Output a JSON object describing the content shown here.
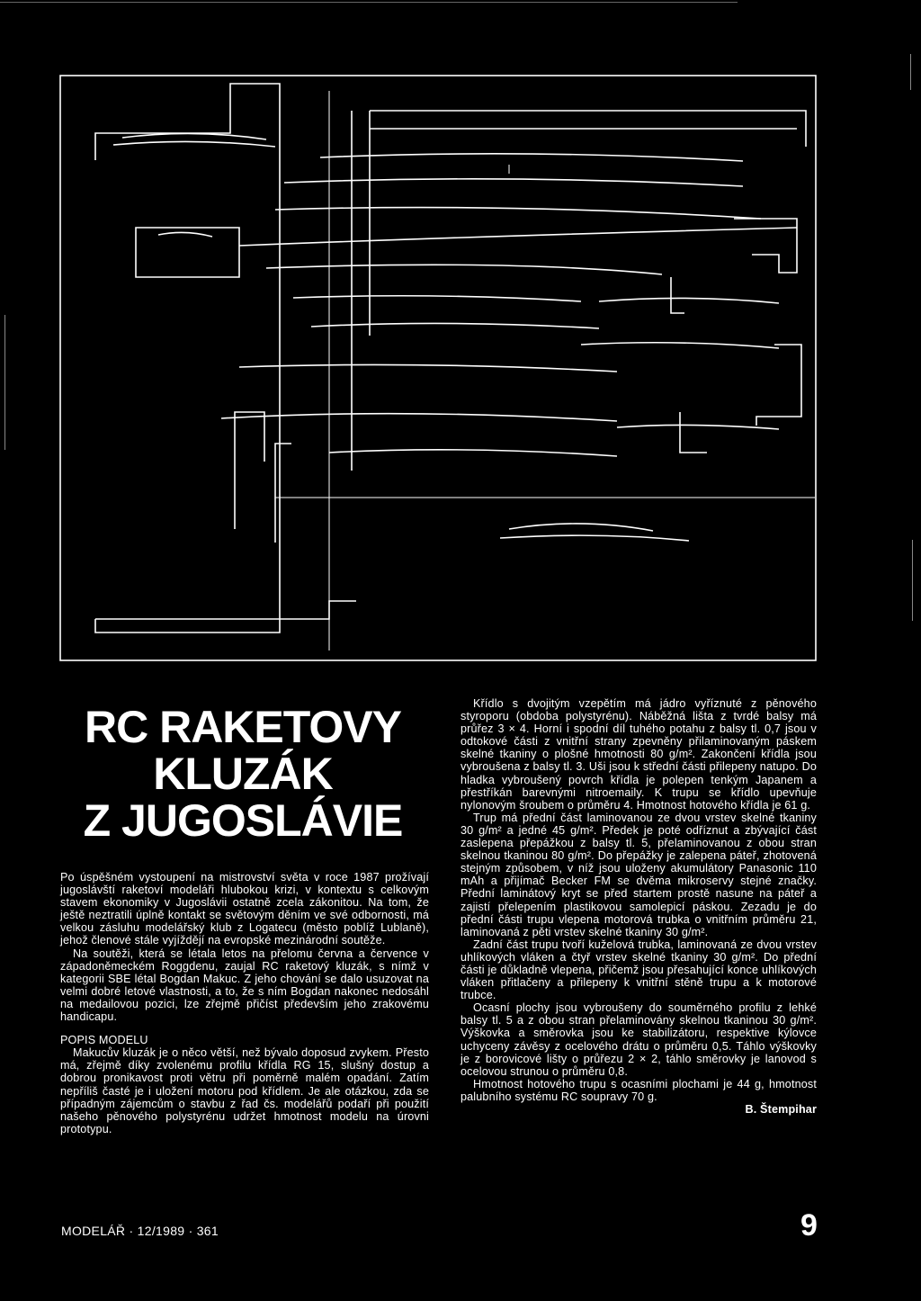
{
  "title": {
    "line1": "RC RAKETOVY",
    "line2": "KLUZÁK",
    "line3": "Z JUGOSLÁVIE"
  },
  "left_column": {
    "p1": "Po úspěšném vystoupení na mistrovství světa v roce 1987 prožívají jugoslávští raketoví modeláři hlubokou krizi, v kontextu s celkovým stavem ekonomiky v Jugoslávii ostatně zcela zákonitou. Na tom, že ještě neztratili úplně kontakt se světovým děním ve své odbornosti, má velkou zásluhu modelářský klub z Logatecu (město poblíž Lublaně), jehož členové stále vyjíždějí na evropské mezinárodní soutěže.",
    "p2": "Na soutěži, která se létala letos na přelomu června a července v západoněmeckém Roggdenu, zaujal RC raketový kluzák, s nímž v kategorii SBE létal Bogdan Makuc. Z jeho chování se dalo usuzovat na velmi dobré letové vlastnosti, a to, že s ním Bogdan nakonec nedosáhl na medailovou pozici, lze zřejmě přičíst především jeho zrakovému handicapu.",
    "heading": "POPIS MODELU",
    "p3": "Makucův kluzák je o něco větší, než bývalo doposud zvykem. Přesto má, zřejmě díky zvolenému profilu křídla RG 15, slušný dostup a dobrou pronikavost proti větru při poměrně malém opadání. Zatím nepříliš časté je i uložení motoru pod křídlem. Je ale otázkou, zda se případným zájemcům o stavbu z řad čs. modelářů podaří při použití našeho pěnového polystyrénu udržet hmotnost modelu na úrovni prototypu."
  },
  "right_column": {
    "p1": "Křídlo s dvojitým vzepětím má jádro vyříznuté z pěnového styroporu (obdoba polystyrénu). Náběžná lišta z tvrdé balsy má průřez 3 × 4. Horní i spodní díl tuhého potahu z balsy tl. 0,7 jsou v odtokové části z vnitřní strany zpevněny přilaminovaným páskem skelné tkaniny o plošné hmotnosti 80 g/m². Zakončení křídla jsou vybroušena z balsy tl. 3. Uši jsou k střední části přilepeny natupo. Do hladka vybroušený povrch křídla je polepen tenkým Japanem a přestříkán barevnými nitroemaily. K trupu se křídlo upevňuje nylonovým šroubem o průměru 4. Hmotnost hotového křídla je 61 g.",
    "p2": "Trup má přední část laminovanou ze dvou vrstev skelné tkaniny 30 g/m² a jedné 45 g/m². Předek je poté odříznut a zbývající část zaslepena přepážkou z balsy tl. 5, přelaminovanou z obou stran skelnou tkaninou 80 g/m². Do přepážky je zalepena páteř, zhotovená stejným způsobem, v níž jsou uloženy akumulátory Panasonic 110 mAh a přijímač Becker FM se dvěma mikroservy stejné značky. Přední laminátový kryt se před startem prostě nasune na páteř a zajistí přelepením plastikovou samolepicí páskou. Zezadu je do přední části trupu vlepena motorová trubka o vnitřním průměru 21, laminovaná z pěti vrstev skelné tkaniny 30 g/m².",
    "p3": "Zadní část trupu tvoří kuželová trubka, laminovaná ze dvou vrstev uhlíkových vláken a čtyř vrstev skelné tkaniny 30 g/m². Do přední části je důkladně vlepena, přičemž jsou přesahující konce uhlíkových vláken přitlačeny a přilepeny k vnitřní stěně trupu a k motorové trubce.",
    "p4": "Ocasní plochy jsou vybroušeny do souměrného profilu z lehké balsy tl. 5 a z obou stran přelaminovány skelnou tkaninou 30 g/m². Výškovka a směrovka jsou ke stabilizátoru, respektive kýlovce uchyceny závěsy z ocelového drátu o průměru 0,5. Táhlo výškovky je z borovicové lišty o průřezu 2 × 2, táhlo směrovky je lanovod s ocelovou strunou o průměru 0,8.",
    "p5": "Hmotnost hotového trupu s ocasními plochami je 44 g, hmotnost palubního systému RC soupravy 70 g.",
    "signature": "B. Štempihar"
  },
  "footer": {
    "left": "MODELÁŘ · 12/1989 · 361",
    "page_number": "9"
  }
}
